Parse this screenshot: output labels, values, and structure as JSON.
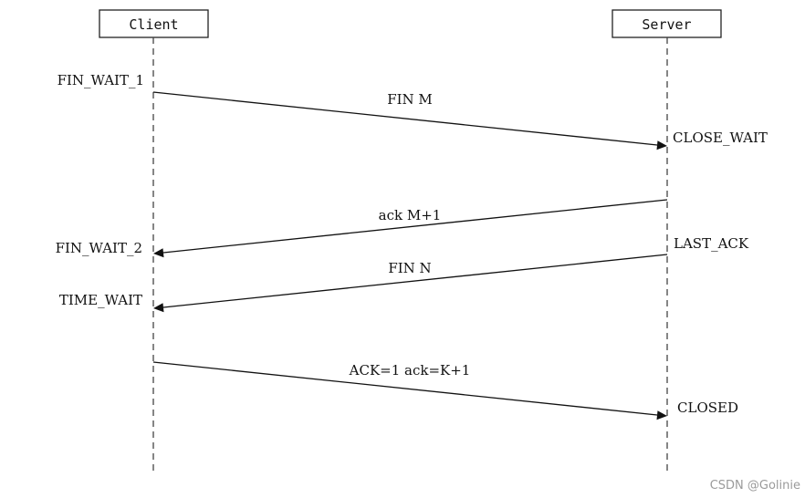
{
  "actors": {
    "client": "Client",
    "server": "Server"
  },
  "states": {
    "fin_wait_1": "FIN_WAIT_1",
    "close_wait": "CLOSE_WAIT",
    "fin_wait_2": "FIN_WAIT_2",
    "last_ack": "LAST_ACK",
    "time_wait": "TIME_WAIT",
    "closed": "CLOSED"
  },
  "messages": {
    "fin_m": "FIN M",
    "ack_m1": "ack M+1",
    "fin_n": "FIN N",
    "ack_final": "ACK=1 ack=K+1"
  },
  "watermark": "CSDN @Golinie"
}
